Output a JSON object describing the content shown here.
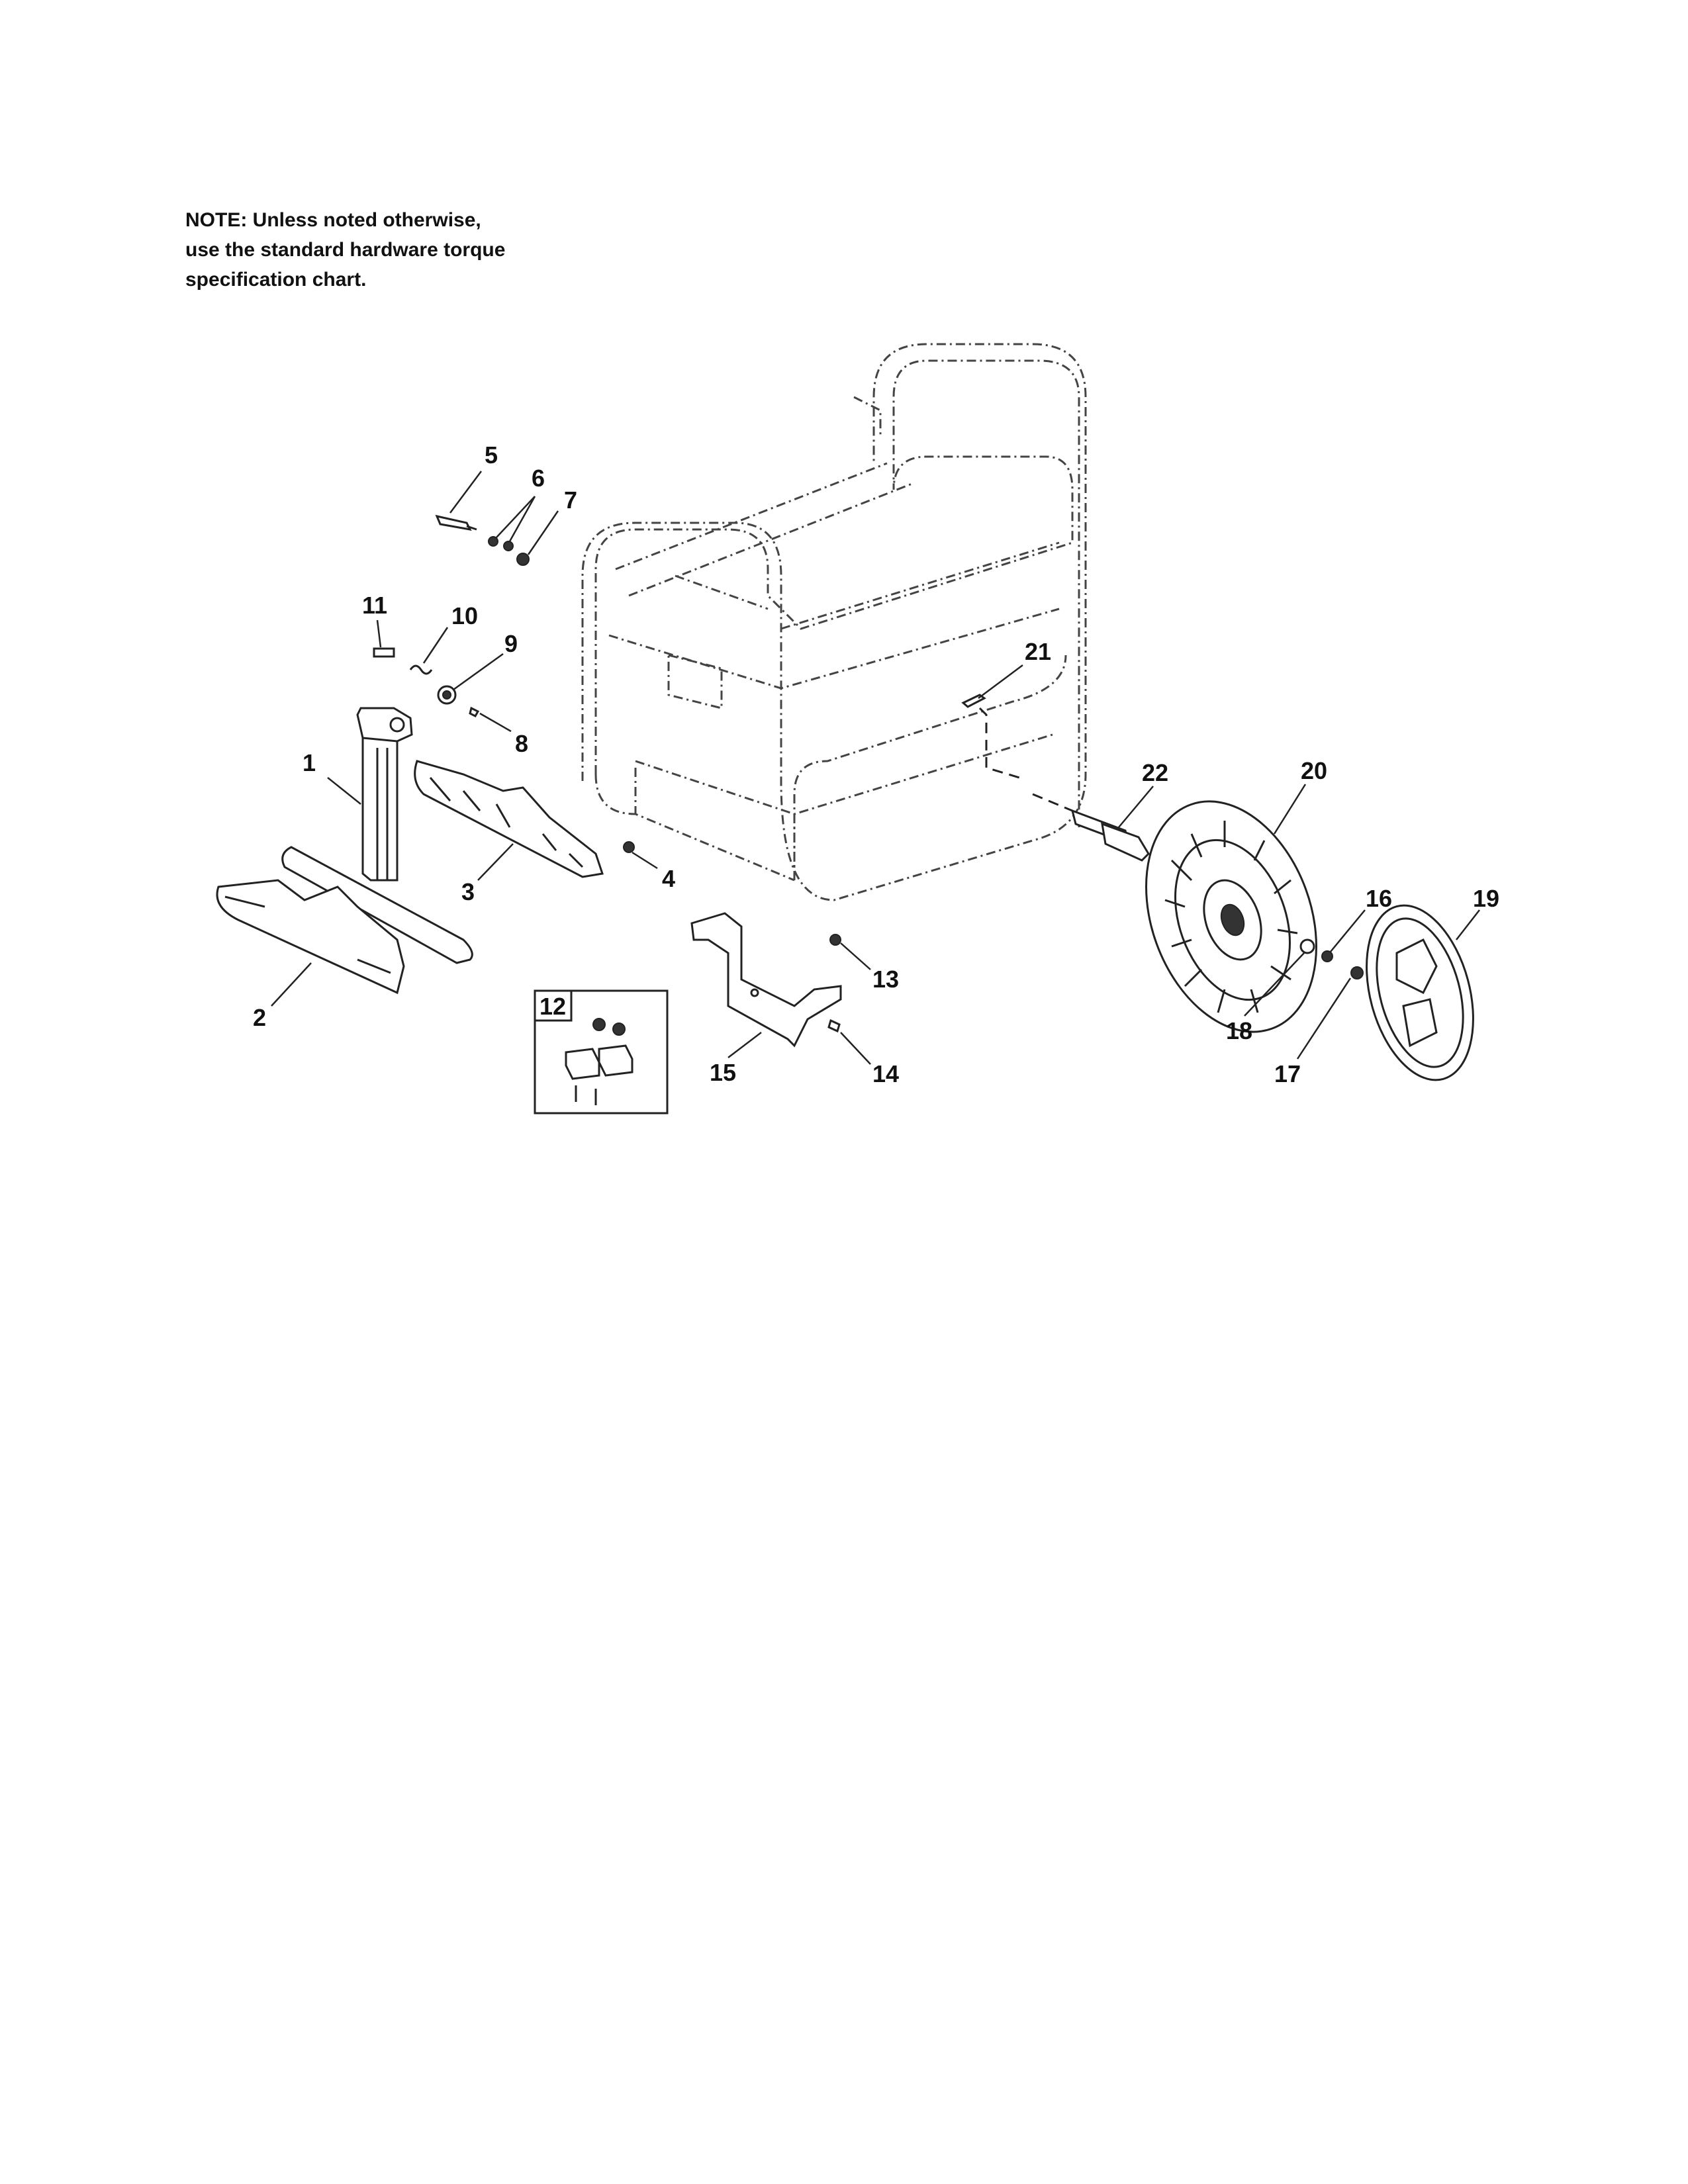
{
  "note": {
    "lines": [
      "NOTE: Unless noted otherwise,",
      "use the standard hardware torque",
      "specification chart."
    ]
  },
  "callouts": {
    "c1": "1",
    "c2": "2",
    "c3": "3",
    "c4": "4",
    "c5": "5",
    "c6": "6",
    "c7": "7",
    "c8": "8",
    "c9": "9",
    "c10": "10",
    "c11": "11",
    "c12": "12",
    "c13": "13",
    "c14": "14",
    "c15": "15",
    "c16": "16",
    "c17": "17",
    "c18": "18",
    "c19": "19",
    "c20": "20",
    "c21": "21",
    "c22": "22"
  }
}
